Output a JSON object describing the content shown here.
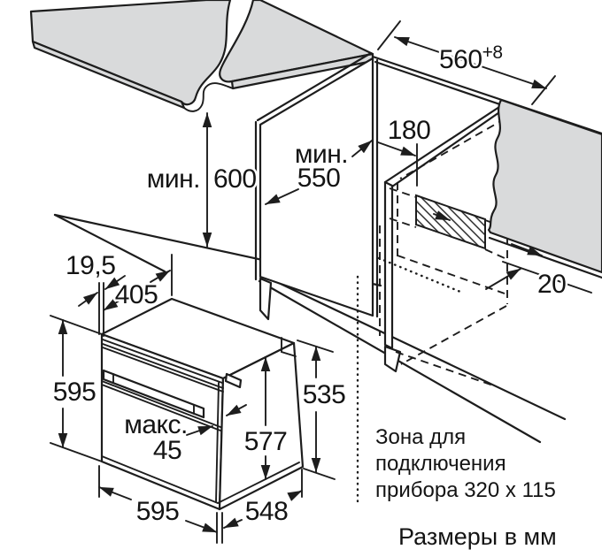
{
  "diagram": {
    "dims": {
      "niche_width": "560",
      "niche_width_tol": "+8",
      "front_gap": "180",
      "min_depth_prefix": "мин.",
      "min_depth": "550",
      "min_height_prefix": "мин.",
      "min_height": "600",
      "rear_gap": "20",
      "oven_front_offset": "19,5",
      "oven_top_depth": "405",
      "oven_front_height": "595",
      "oven_side_height": "535",
      "oven_back_height": "577",
      "door_max_prefix": "макс.",
      "door_max": "45",
      "oven_width": "595",
      "oven_depth": "548"
    },
    "notes": {
      "connection_zone": [
        "Зона для",
        "подключения",
        "прибора 320 x 115"
      ],
      "units": "Размеры в мм"
    },
    "colors": {
      "line": "#1d1d1d",
      "panel": "#d9dadb"
    }
  }
}
